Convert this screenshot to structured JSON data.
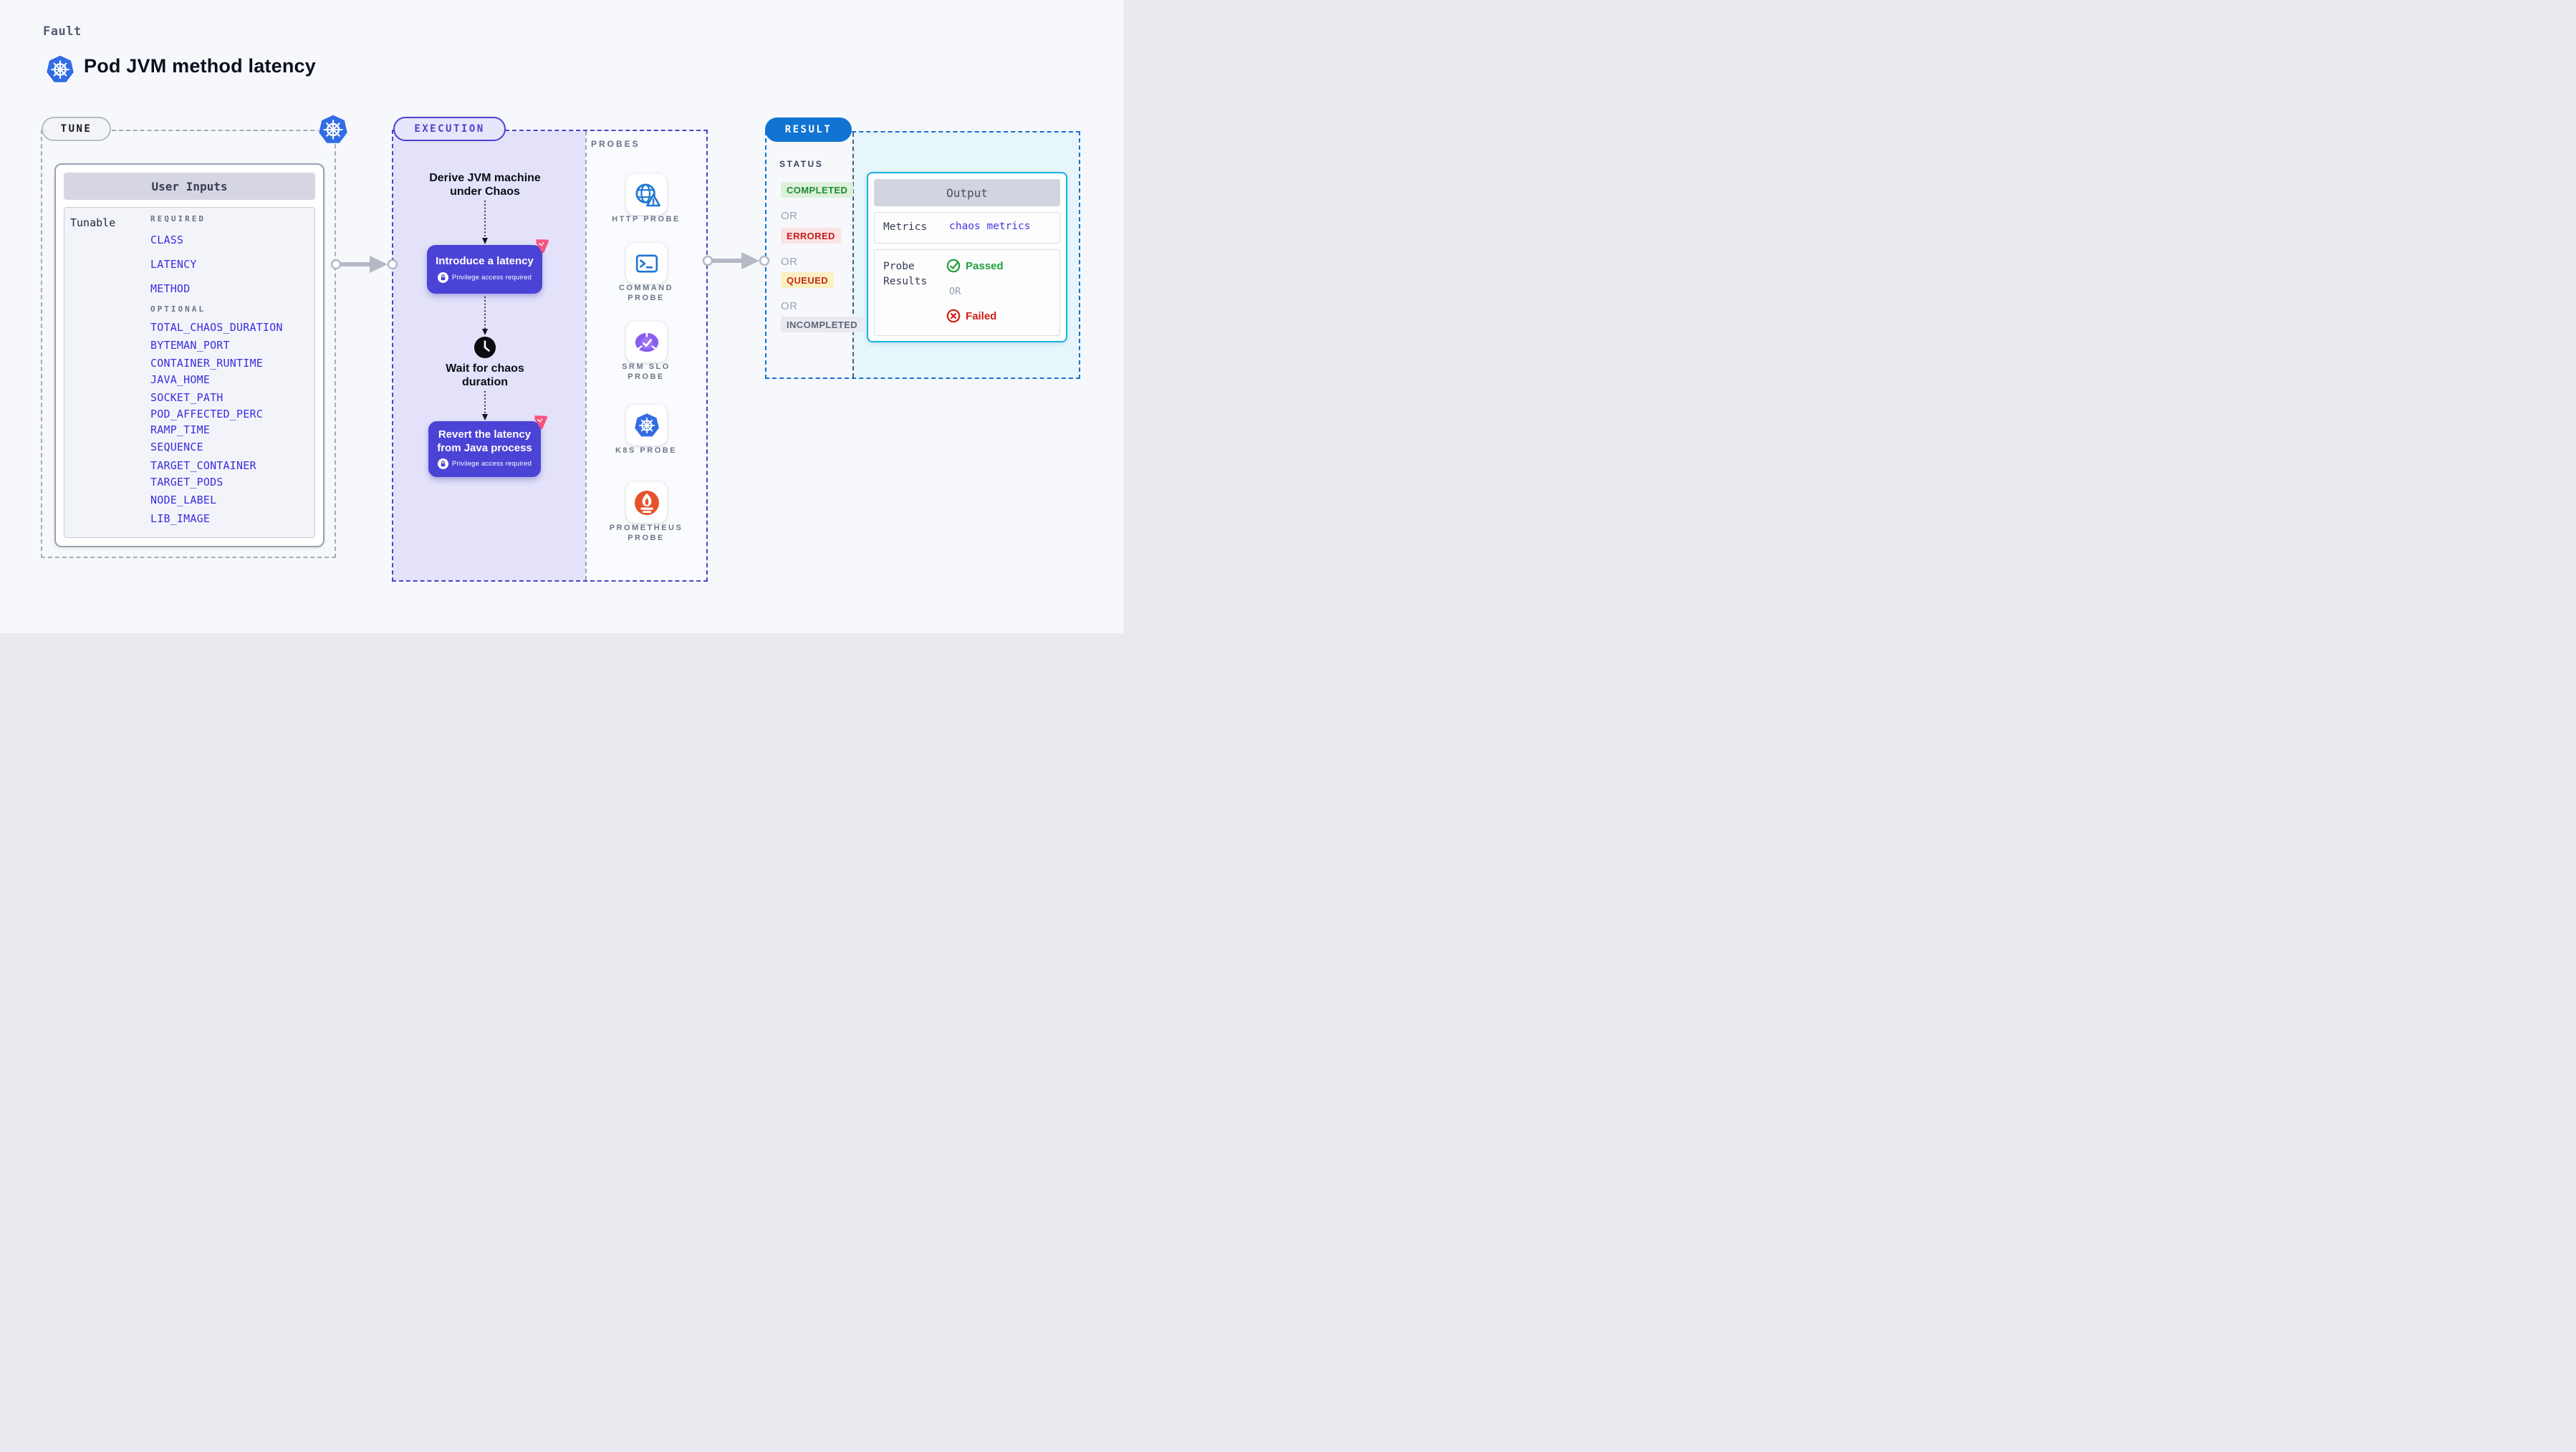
{
  "header": {
    "fault_label": "Fault",
    "title": "Pod JVM method latency"
  },
  "tune": {
    "label": "TUNE",
    "user_inputs_title": "User Inputs",
    "tunable_label": "Tunable",
    "required_label": "REQUIRED",
    "optional_label": "OPTIONAL",
    "required_params": [
      "CLASS",
      "LATENCY",
      "METHOD"
    ],
    "optional_params": [
      "TOTAL_CHAOS_DURATION",
      "BYTEMAN_PORT",
      "CONTAINER_RUNTIME",
      "JAVA_HOME",
      "SOCKET_PATH",
      "POD_AFFECTED_PERC",
      "RAMP_TIME",
      "SEQUENCE",
      "TARGET_CONTAINER",
      "TARGET_PODS",
      "NODE_LABEL",
      "LIB_IMAGE"
    ]
  },
  "execution": {
    "label": "EXECUTION",
    "steps": {
      "derive": "Derive JVM machine under Chaos",
      "introduce_title": "Introduce a latency",
      "introduce_note": "Privilege access required",
      "wait": "Wait for chaos duration",
      "revert_title": "Revert the latency from Java process",
      "revert_note": "Privilege access required"
    }
  },
  "probes": {
    "label": "PROBES",
    "items": [
      {
        "name": "HTTP PROBE",
        "icon": "globe-alert-icon"
      },
      {
        "name": "COMMAND PROBE",
        "icon": "terminal-icon"
      },
      {
        "name": "SRM SLO PROBE",
        "icon": "slo-pie-check-icon"
      },
      {
        "name": "K8S PROBE",
        "icon": "kubernetes-icon"
      },
      {
        "name": "PROMETHEUS PROBE",
        "icon": "prometheus-flame-icon"
      }
    ]
  },
  "result": {
    "label": "RESULT",
    "status_label": "STATUS",
    "or_label": "OR",
    "statuses": [
      {
        "text": "COMPLETED",
        "fg": "#1d8a33",
        "bg": "#ddf1da"
      },
      {
        "text": "ERRORED",
        "fg": "#c11d1d",
        "bg": "#fbe3e3"
      },
      {
        "text": "QUEUED",
        "fg": "#c52c15",
        "bg": "#fbf0c4"
      },
      {
        "text": "INCOMPLETED",
        "fg": "#5d6577",
        "bg": "#e9eaf0"
      }
    ],
    "output": {
      "title": "Output",
      "metrics_label": "Metrics",
      "metrics_value": "chaos metrics",
      "probe_results_label": "Probe Results",
      "passed_label": "Passed",
      "or_label": "OR",
      "failed_label": "Failed"
    }
  },
  "colors": {
    "page_bg": "#f7f8fc",
    "accent_indigo": "#4b42cf",
    "accent_blue": "#1173d2",
    "accent_cyan": "#16b2e3",
    "param_blue": "#382ee0",
    "button_purple": "#4b43d6",
    "execution_bg": "#e3e2fa",
    "result_bg": "#e7f6fb",
    "k8s_blue": "#326ce5",
    "prometheus_orange": "#e6522c",
    "slo_purple": "#8a5cf0",
    "chaos_pink": "#f7537f",
    "passed_green": "#1f9e3d",
    "failed_red": "#d22016",
    "arrow_gray": "#b5b9c6"
  }
}
